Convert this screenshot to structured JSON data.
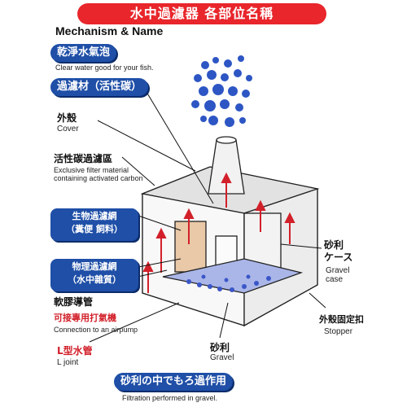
{
  "title": "水中過濾器 各部位名稱",
  "subtitle": "Mechanism & Name",
  "labels": {
    "clean_water": "乾淨水氣泡",
    "clean_water_en": "Clear water good for your fish.",
    "filter_material": "過濾材（活性碳）",
    "cover": "外殼",
    "cover_en": "Cover",
    "carbon_area": "活性碳過濾區",
    "carbon_area_en": "Exclusive filter material containing activated carbon",
    "bio_filter": "生物過濾網",
    "bio_filter_sub": "（糞便 飼料）",
    "phys_filter": "物理過濾網",
    "phys_filter_sub": "（水中雜質）",
    "hose": "軟膠導管",
    "airpump": "可接專用打氣機",
    "airpump_en": "Connection to an airpump",
    "l_pipe": "L型水管",
    "l_pipe_en": "L joint",
    "gravel_case": "砂利",
    "gravel_case2": "ケース",
    "gravel_case_en": "Gravel case",
    "stopper": "外殼固定扣",
    "stopper_en": "Stopper",
    "gravel": "砂利",
    "gravel_en": "Gravel",
    "bottom": "砂利の中でもろ過作用",
    "bottom_en": "Filtration performed in gravel."
  },
  "colors": {
    "accent_red": "#e8262b",
    "pill_blue": "#1f4fa7",
    "bubble_blue": "#2d56c4"
  }
}
